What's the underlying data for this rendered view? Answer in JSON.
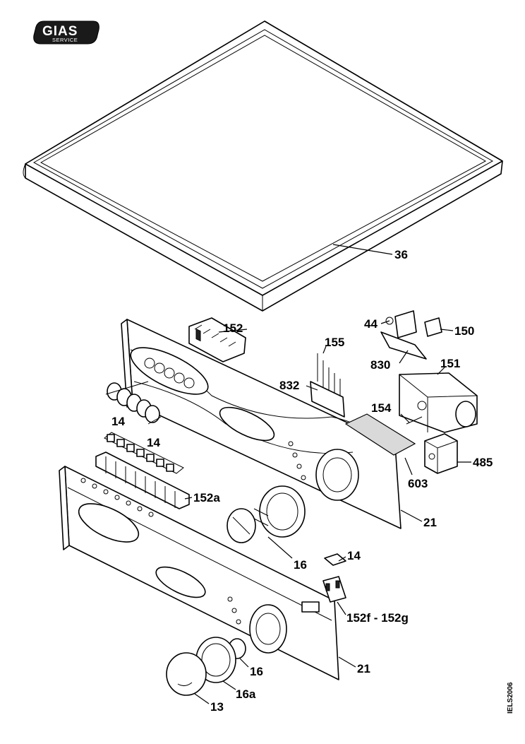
{
  "logo": {
    "brand": "GIAS",
    "sub": "SERVICE"
  },
  "drawing_code": "IELS2006",
  "callouts": {
    "c36": "36",
    "c152": "152",
    "c44": "44",
    "c150": "150",
    "c155": "155",
    "c830": "830",
    "c151": "151",
    "c832": "832",
    "c154": "154",
    "c14a": "14",
    "c14b": "14",
    "c485": "485",
    "c603": "603",
    "c152a": "152a",
    "c21a": "21",
    "c16a": "16",
    "c14c": "14",
    "c152fg": "152f - 152g",
    "c16b": "16",
    "c21b": "21",
    "c16sub": "16a",
    "c13": "13"
  }
}
